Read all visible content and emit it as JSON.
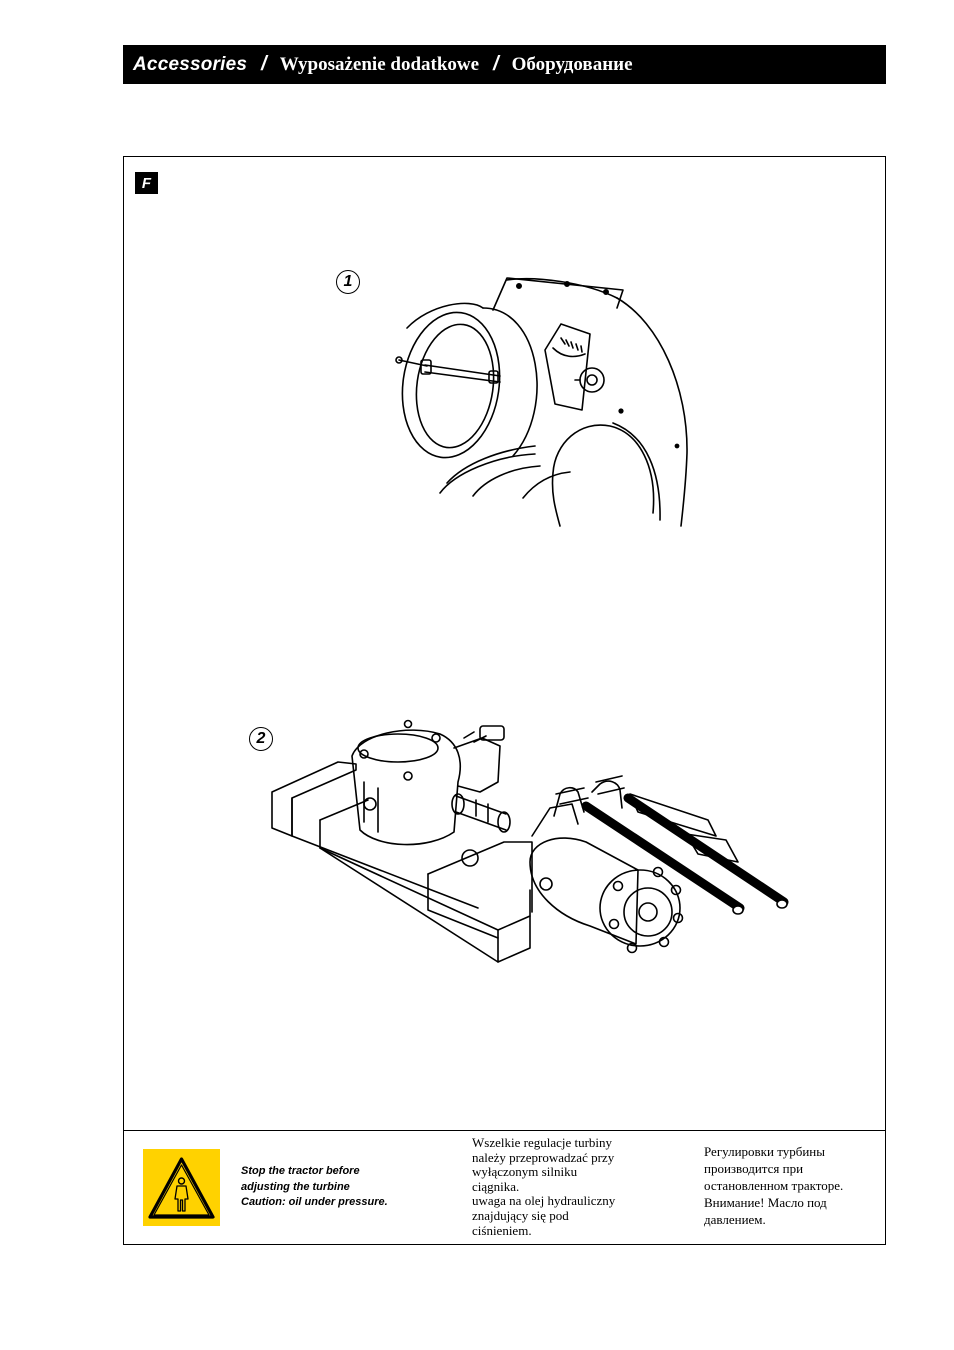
{
  "header": {
    "title_en": "Accessories",
    "title_pl": "Wyposażenie dodatkowe",
    "title_ru": "Оборудование",
    "separator": "/"
  },
  "section": {
    "letter": "F"
  },
  "figures": [
    {
      "number": "1",
      "icon": "turbine-inlet-adjustment-drawing"
    },
    {
      "number": "2",
      "icon": "hydraulic-motor-gearbox-drawing"
    }
  ],
  "warning": {
    "icon": "warning-triangle-person-icon",
    "accent_color": "#FFD200",
    "en": [
      "Stop the tractor before",
      "adjusting the turbine",
      "Caution: oil under pressure."
    ],
    "pl": [
      "Wszelkie regulacje turbiny",
      "należy przeprowadzać przy",
      "wyłączonym silniku",
      "ciągnika.",
      "uwaga na olej hydrauliczny",
      "znajdujący się pod",
      "ciśnieniem."
    ],
    "ru": [
      "Регулировки турбины",
      "производится при",
      "остановленном тракторе.",
      "Внимание! Масло под",
      "давлением."
    ]
  }
}
